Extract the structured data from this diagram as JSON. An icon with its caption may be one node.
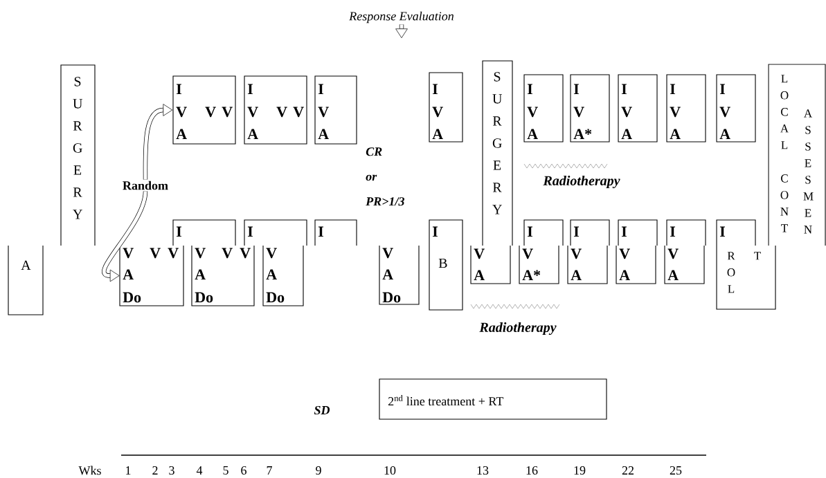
{
  "diagram": {
    "nodes": [
      {
        "text": [
          "Response Evaluation"
        ]
      },
      {
        "text": [
          "S U R G E R Y"
        ]
      },
      {
        "text": [
          "I",
          "V",
          "V",
          "V",
          "A"
        ]
      },
      {
        "text": [
          "I",
          "V",
          "V",
          "V",
          "A"
        ]
      },
      {
        "text": [
          "I",
          "V",
          "A"
        ]
      },
      {
        "text": [
          "I",
          "V",
          "A"
        ]
      },
      {
        "text": [
          "S U R G E R Y"
        ]
      },
      {
        "text": [
          "I",
          "V",
          "A"
        ]
      },
      {
        "text": [
          "I",
          "V",
          "A*"
        ]
      },
      {
        "text": [
          "I",
          "V",
          "A"
        ]
      },
      {
        "text": [
          "I",
          "V",
          "A"
        ]
      },
      {
        "text": [
          "I",
          "V",
          "A"
        ]
      },
      {
        "text": [
          "L O C A L",
          "C O N T",
          "A S S E S M E N"
        ]
      },
      {
        "text": [
          "Random"
        ]
      },
      {
        "text": [
          "I"
        ]
      },
      {
        "text": [
          "I"
        ]
      },
      {
        "text": [
          "I"
        ]
      },
      {
        "text": [
          "I"
        ]
      },
      {
        "text": [
          "I"
        ]
      },
      {
        "text": [
          "I"
        ]
      },
      {
        "text": [
          "I"
        ]
      },
      {
        "text": [
          "I"
        ]
      },
      {
        "text": [
          "I"
        ]
      },
      {
        "text": [
          "A"
        ]
      },
      {
        "text": [
          "V",
          "V",
          "V",
          "A",
          "Do"
        ]
      },
      {
        "text": [
          "V",
          "V",
          "V",
          "A",
          "Do"
        ]
      },
      {
        "text": [
          "V",
          "A",
          "Do"
        ]
      },
      {
        "text": [
          "V",
          "A",
          "Do"
        ]
      },
      {
        "text": [
          "B"
        ]
      },
      {
        "text": [
          "V",
          "A"
        ]
      },
      {
        "text": [
          "V",
          "A*"
        ]
      },
      {
        "text": [
          "V",
          "A"
        ]
      },
      {
        "text": [
          "V",
          "A"
        ]
      },
      {
        "text": [
          "V",
          "A"
        ]
      },
      {
        "text": [
          "R O L",
          "T"
        ]
      },
      {
        "text": [
          "2$^{nd}$ line treatment + RT"
        ]
      }
    ],
    "edges": [
      {
        "from": 0,
        "to": null,
        "arrow": "to"
      },
      {
        "from": 13,
        "to": 2,
        "arrow": "to"
      },
      {
        "from": 13,
        "to": 24,
        "arrow": "to"
      }
    ],
    "labels": [
      "CR or PR>1/3",
      "Radiotherapy",
      "Radiotherapy",
      "SD",
      "Wks",
      "1",
      "2",
      "3",
      "4",
      "5",
      "6",
      "7",
      "9",
      "10",
      "13",
      "16",
      "19",
      "22",
      "25"
    ]
  }
}
